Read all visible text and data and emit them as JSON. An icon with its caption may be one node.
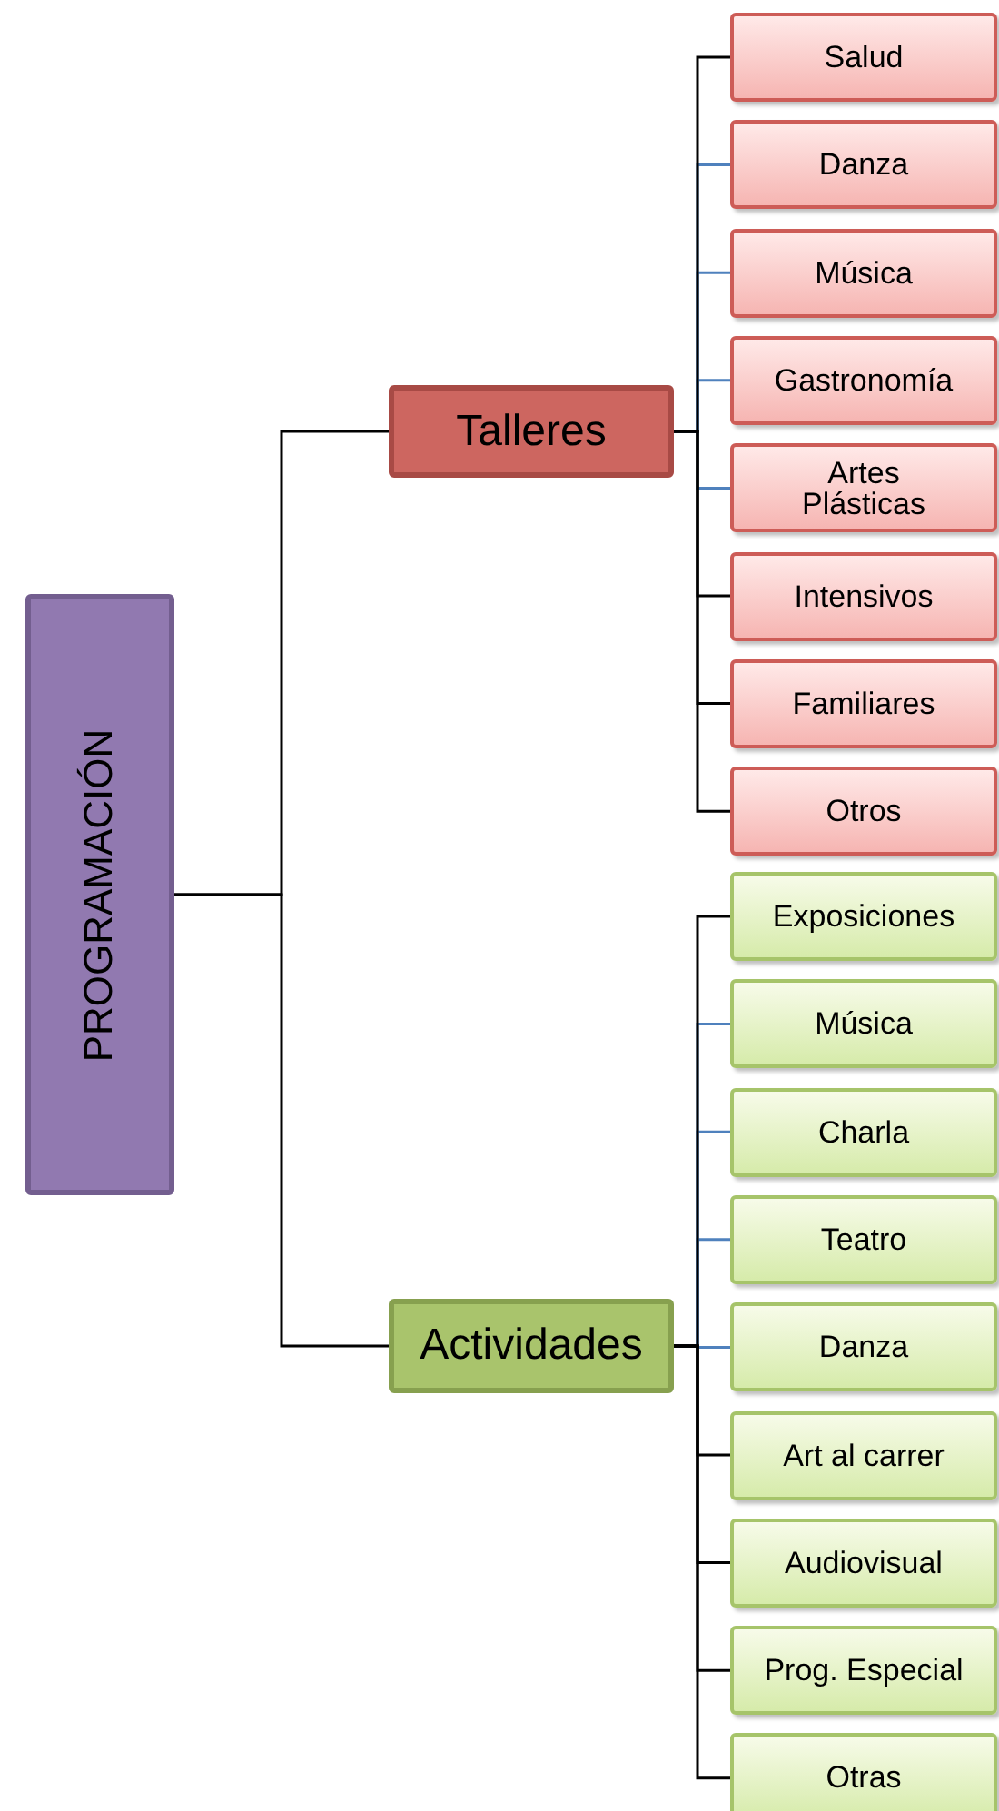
{
  "diagram": {
    "nodes": [
      {
        "text": [
          "PROGRAMACIÓN"
        ]
      },
      {
        "text": [
          "Talleres"
        ]
      },
      {
        "text": [
          "Salud"
        ]
      },
      {
        "text": [
          "Danza"
        ]
      },
      {
        "text": [
          "Música"
        ]
      },
      {
        "text": [
          "Gastronomía"
        ]
      },
      {
        "text": [
          "Artes Plásticas"
        ]
      },
      {
        "text": [
          "Intensivos"
        ]
      },
      {
        "text": [
          "Familiares"
        ]
      },
      {
        "text": [
          "Otros"
        ]
      },
      {
        "text": [
          "Actividades"
        ]
      },
      {
        "text": [
          "Exposiciones"
        ]
      },
      {
        "text": [
          "Música"
        ]
      },
      {
        "text": [
          "Charla"
        ]
      },
      {
        "text": [
          "Teatro"
        ]
      },
      {
        "text": [
          "Danza"
        ]
      },
      {
        "text": [
          "Art al carrer"
        ]
      },
      {
        "text": [
          "Audiovisual"
        ]
      },
      {
        "text": [
          "Prog. Especial"
        ]
      },
      {
        "text": [
          "Otras"
        ]
      }
    ],
    "edges": [
      {
        "from": 0,
        "to": 1,
        "arrow": "none"
      },
      {
        "from": 0,
        "to": 10,
        "arrow": "none"
      },
      {
        "from": 1,
        "to": 2,
        "arrow": "none"
      },
      {
        "from": 1,
        "to": 3,
        "arrow": "none",
        "color": "#4f81bd"
      },
      {
        "from": 1,
        "to": 4,
        "arrow": "none",
        "color": "#4f81bd"
      },
      {
        "from": 1,
        "to": 5,
        "arrow": "none",
        "color": "#4f81bd"
      },
      {
        "from": 1,
        "to": 6,
        "arrow": "none",
        "color": "#4f81bd"
      },
      {
        "from": 1,
        "to": 7,
        "arrow": "none"
      },
      {
        "from": 1,
        "to": 8,
        "arrow": "none"
      },
      {
        "from": 1,
        "to": 9,
        "arrow": "none"
      },
      {
        "from": 10,
        "to": 11,
        "arrow": "none"
      },
      {
        "from": 10,
        "to": 12,
        "arrow": "none",
        "color": "#4f81bd"
      },
      {
        "from": 10,
        "to": 13,
        "arrow": "none",
        "color": "#4f81bd"
      },
      {
        "from": 10,
        "to": 14,
        "arrow": "none",
        "color": "#4f81bd"
      },
      {
        "from": 10,
        "to": 15,
        "arrow": "none",
        "color": "#4f81bd"
      },
      {
        "from": 10,
        "to": 16,
        "arrow": "none"
      },
      {
        "from": 10,
        "to": 17,
        "arrow": "none"
      },
      {
        "from": 10,
        "to": 18,
        "arrow": "none"
      },
      {
        "from": 10,
        "to": 19,
        "arrow": "none"
      }
    ]
  }
}
